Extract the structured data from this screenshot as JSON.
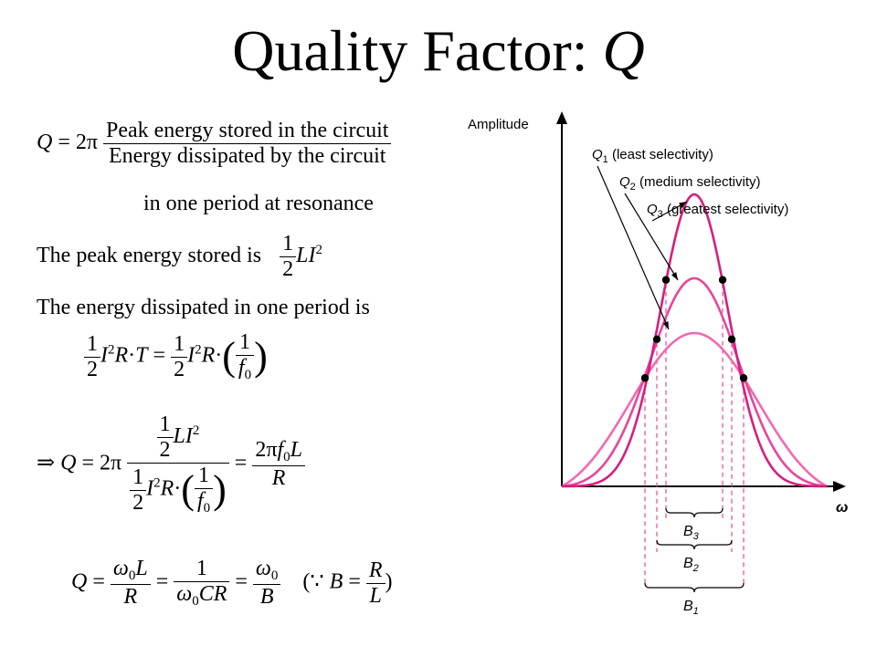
{
  "slide": {
    "title_main": "Quality Factor: ",
    "title_symbol": "Q"
  },
  "formulas": {
    "q_definition": {
      "lhs": "Q = 2π",
      "numerator": "Peak energy stored in the circuit",
      "denominator_line1": "Energy dissipated by the circuit",
      "denominator_line2": "in one period at resonance"
    },
    "peak_energy_text": "The peak energy stored is",
    "energy_dissipated_text": "The energy dissipated in one period is",
    "dissipation_expression": "½ I²R·T = ½ I²R·(1/f₀)",
    "q_result_expression": "⇒ Q = 2π (½ L I²) / (½ I²R·(1/f₀)) = 2πf₀L / R",
    "q_relations_expression": "Q = ω₀L/R = 1/(ω₀CR) = ω₀/B   (∵ B = R/L)"
  },
  "chart_data": {
    "type": "line",
    "ylabel": "Amplitude",
    "xlabel": "ω",
    "series": [
      {
        "name": "Q1 (least selectivity)",
        "label_sym": "Q",
        "label_sub": "1",
        "label_desc": " (least selectivity)",
        "peak": 0.42,
        "spread": 1.0,
        "color": "#f06aae"
      },
      {
        "name": "Q2 (medium selectivity)",
        "label_sym": "Q",
        "label_sub": "2",
        "label_desc": " (medium selectivity)",
        "peak": 0.57,
        "spread": 0.64,
        "color": "#e8469a"
      },
      {
        "name": "Q3 (greatest selectivity)",
        "label_sym": "Q",
        "label_sub": "3",
        "label_desc": " (greatest selectivity)",
        "peak": 0.8,
        "spread": 0.46,
        "color": "#d61f7e"
      }
    ],
    "bandwidth_labels": [
      {
        "sym": "B",
        "sub": "3"
      },
      {
        "sym": "B",
        "sub": "2"
      },
      {
        "sym": "B",
        "sub": "1"
      }
    ],
    "colors": {
      "axis": "#000000",
      "guide": "#e8469a",
      "point": "#000000"
    }
  }
}
